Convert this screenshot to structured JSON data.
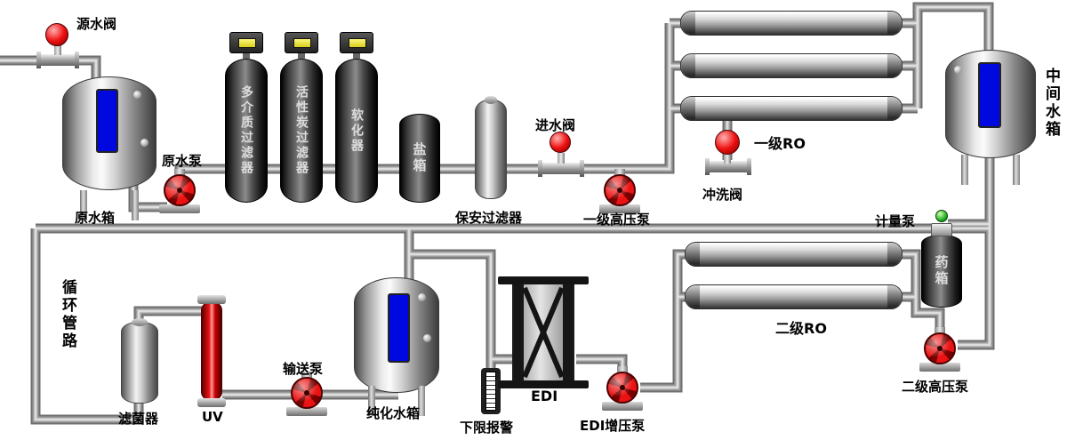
{
  "labels": {
    "source_valve": "源水阀",
    "raw_tank": "原水箱",
    "raw_pump": "原水泵",
    "multimedia_filter": "多介质过滤器",
    "carbon_filter": "活性炭过滤器",
    "softener": "软化器",
    "salt_tank": "盐箱",
    "security_filter": "保安过滤器",
    "inlet_valve": "进水阀",
    "stage1_hp_pump": "一级高压泵",
    "flush_valve": "冲洗阀",
    "stage1_ro": "一级RO",
    "intermediate_tank": "中间水箱",
    "metering_pump": "计量泵",
    "chemical_tank": "药箱",
    "stage2_ro": "二级RO",
    "stage2_hp_pump": "二级高压泵",
    "circulation_pipe": "循环管路",
    "sterile_filter": "滤菌器",
    "uv": "UV",
    "transfer_pump": "输送泵",
    "purified_tank": "纯化水箱",
    "low_limit_alarm": "下限报警",
    "edi": "EDI",
    "edi_booster_pump": "EDI增压泵"
  },
  "colors": {
    "pipe_gray": "#8e8e8e",
    "pipe_highlight": "#dedede",
    "pump_red": "#ea1212",
    "valve_red": "#ee1010",
    "tank_window_blue": "#0008e0",
    "indicator_yellow": "#efe32b",
    "uv_red": "#e81515",
    "background": "#ffffff"
  }
}
